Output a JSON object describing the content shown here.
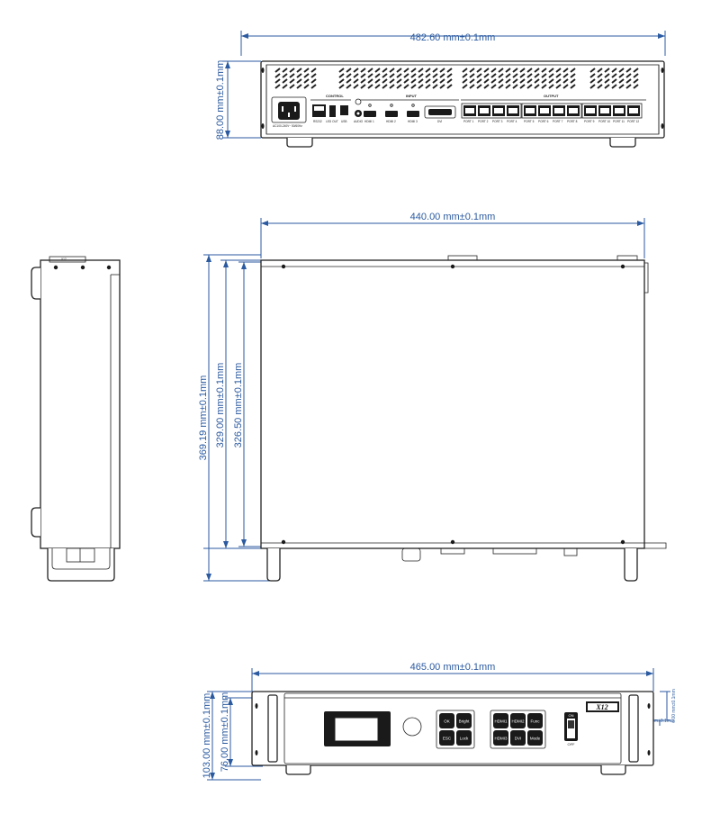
{
  "dimensions": {
    "rear_width": "482.60 mm±0.1mm",
    "rear_height": "88.00 mm±0.1mm",
    "top_width": "440.00 mm±0.1mm",
    "top_depth_total": "369.19 mm±0.1mm",
    "top_depth_mid": "329.00 mm±0.1mm",
    "top_depth_inner": "326.50 mm±0.1mm",
    "front_width": "465.00 mm±0.1mm",
    "front_height_total": "103.00 mm±0.1mm",
    "front_height_inner": "76.00 mm±0.1mm",
    "ear_small_v": "6.00 mm±0.1mm",
    "ear_small_h": "10.93 mm±0.1mm"
  },
  "rear_panel": {
    "power_label": "AC100-240V~  50/60Hz",
    "control_label": "CONTROL",
    "input_label": "INPUT",
    "output_label": "OUTPUT",
    "rs232": "RS232",
    "led_out": "LED OUT",
    "usb": "USB",
    "audio": "AUDIO",
    "hdmi1": "HDMI 1",
    "hdmi2": "HDMI 2",
    "hdmi3": "HDMI 3",
    "dvi": "DVI",
    "ports": [
      "PORT 1",
      "PORT 2",
      "PORT 3",
      "PORT 4",
      "PORT 5",
      "PORT 6",
      "PORT 7",
      "PORT 8",
      "PORT 9",
      "PORT 10",
      "PORT 11",
      "PORT 12"
    ]
  },
  "front_panel": {
    "brand": "X12",
    "buttons_left": [
      "OK",
      "Bright",
      "ESC",
      "Lock"
    ],
    "buttons_right": [
      "HDMI1",
      "HDMI2",
      "Func",
      "HDMI3",
      "DVI",
      "Mode"
    ],
    "switch_on": "ON",
    "switch_off": "OFF"
  },
  "colors": {
    "dimension": "#2b5aa0",
    "line": "#222222"
  }
}
